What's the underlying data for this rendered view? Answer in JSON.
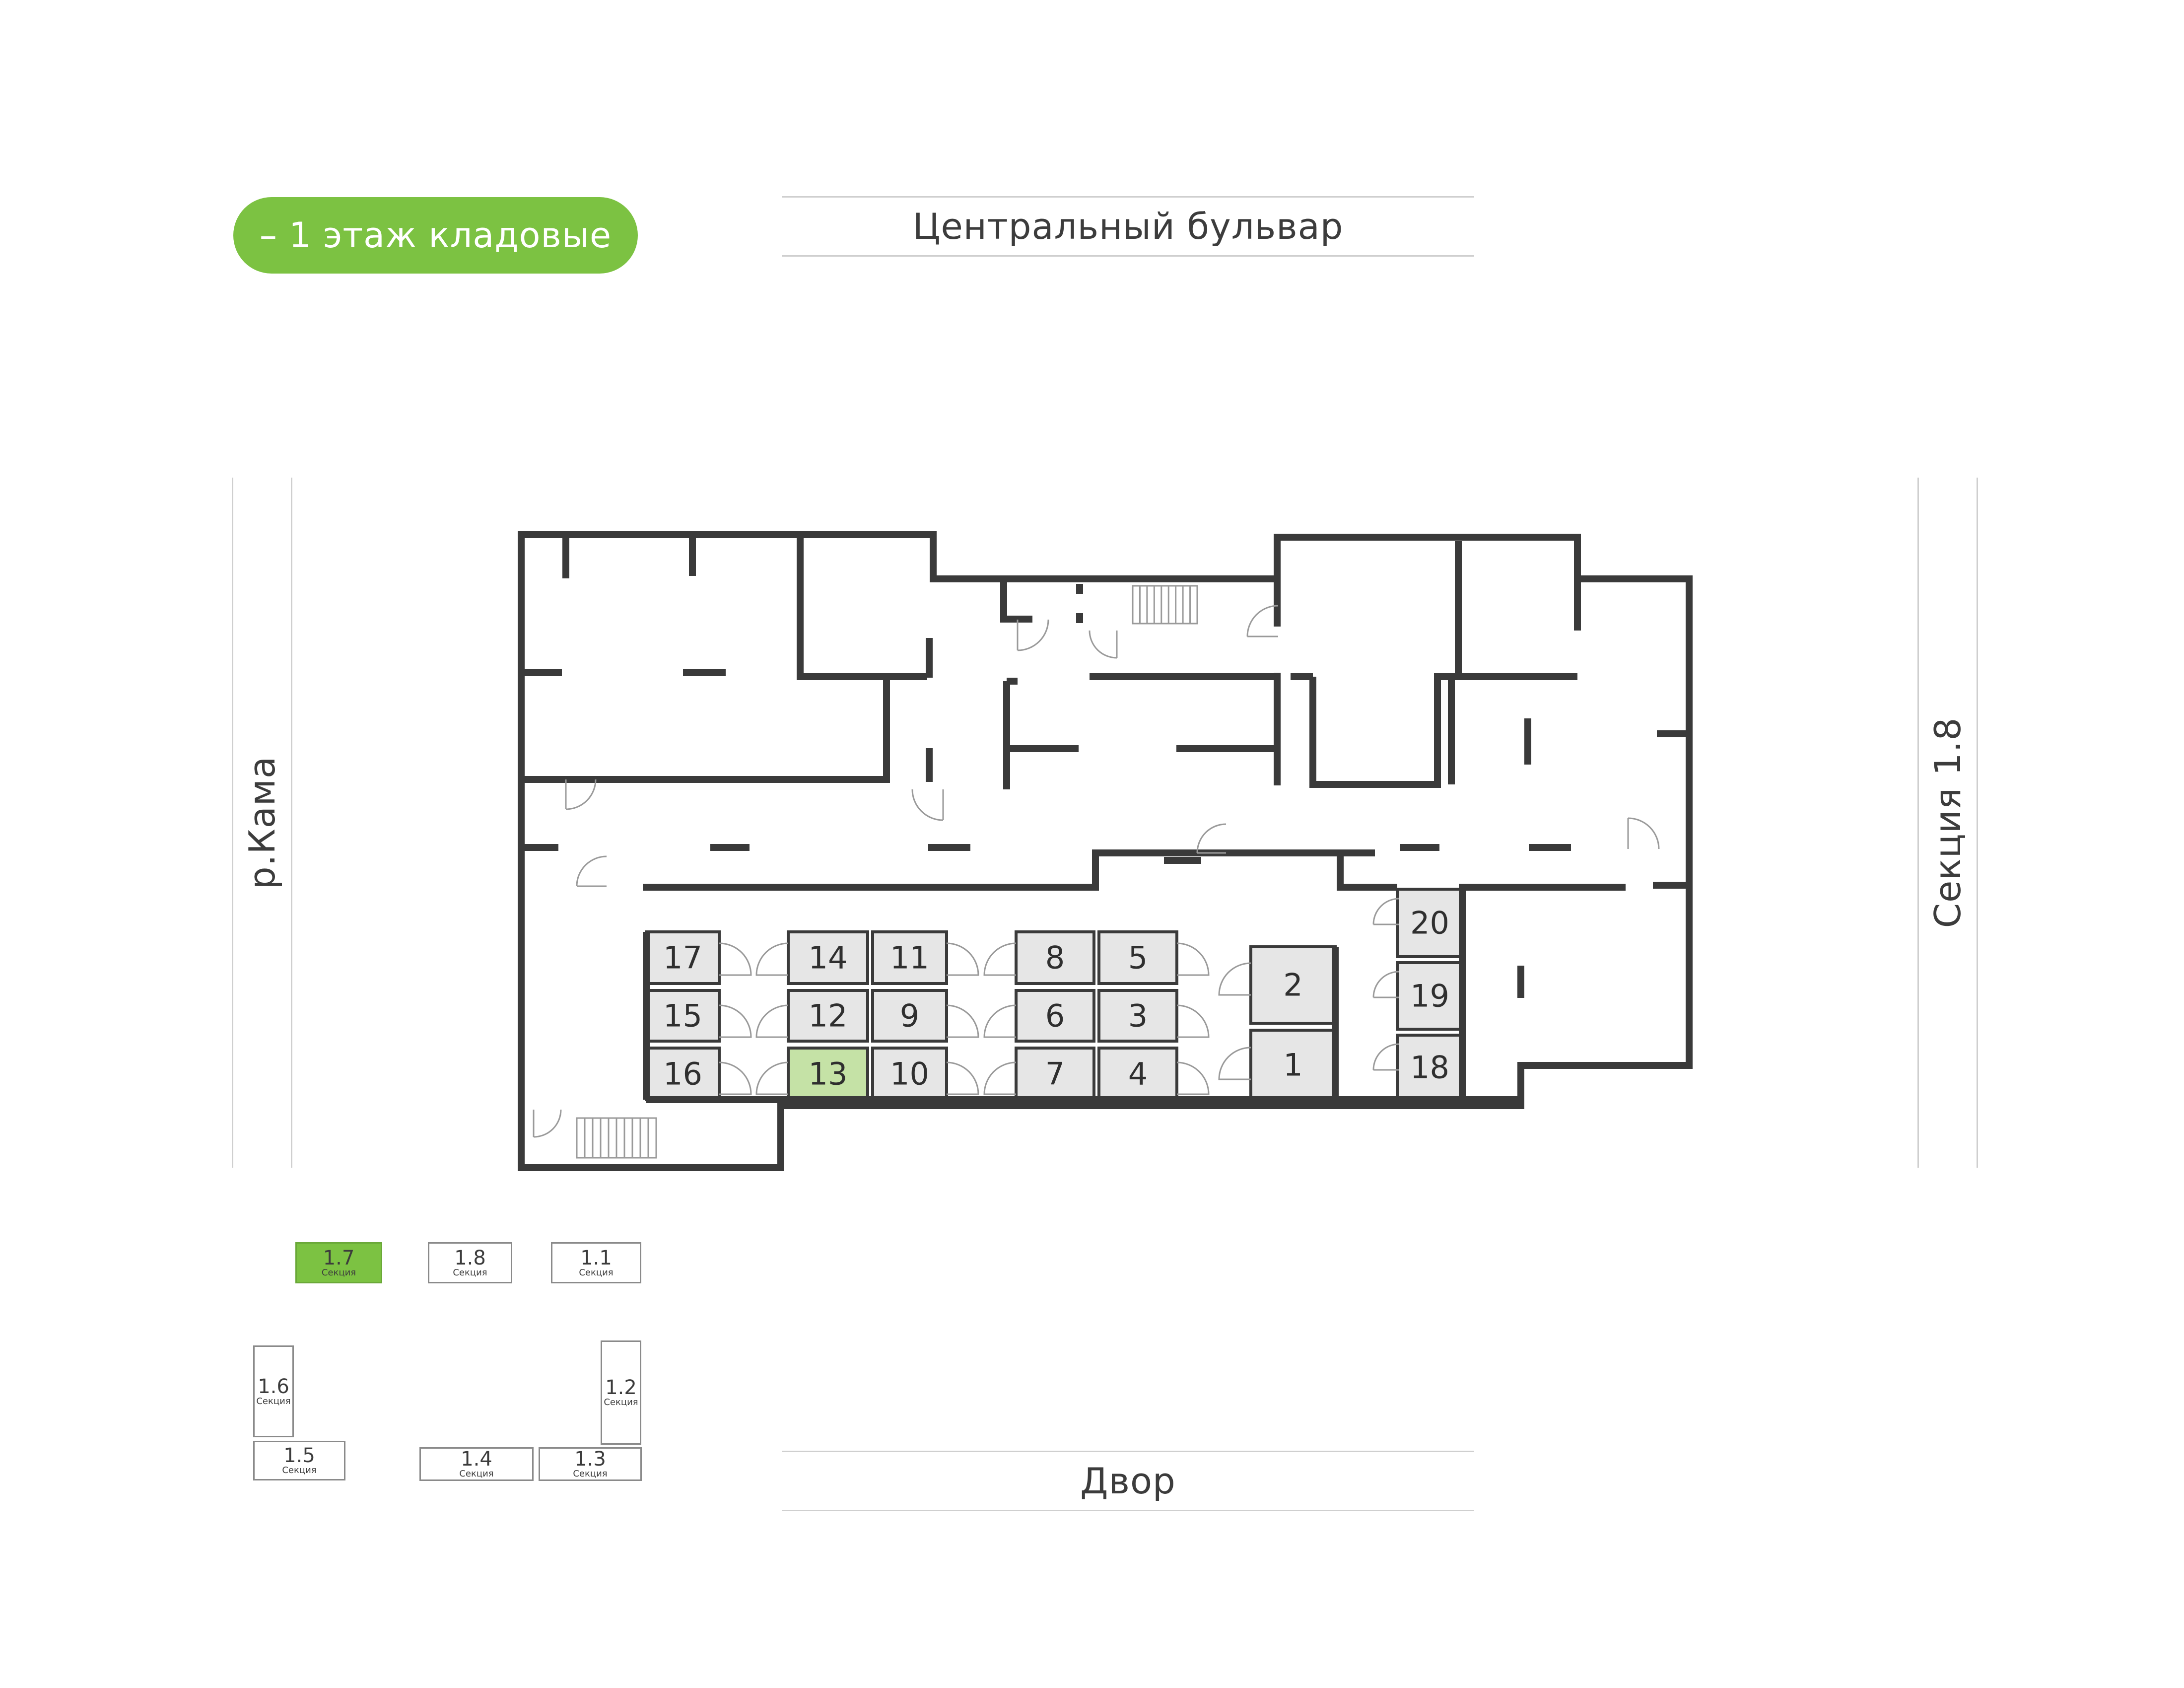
{
  "floor_badge": "– 1 этаж кладовые",
  "streets": {
    "top": "Центральный бульвар",
    "bottom": "Двор",
    "left": "р.Кама",
    "right": "Секция 1.8"
  },
  "colors": {
    "accent": "#7cc242",
    "selected_unit": "#c5e2a6",
    "unit": "#e6e6e6",
    "wall": "#3a3a3a"
  },
  "storage_units": [
    {
      "id": "17",
      "selected": false
    },
    {
      "id": "15",
      "selected": false
    },
    {
      "id": "16",
      "selected": false
    },
    {
      "id": "14",
      "selected": false
    },
    {
      "id": "12",
      "selected": false
    },
    {
      "id": "13",
      "selected": true
    },
    {
      "id": "11",
      "selected": false
    },
    {
      "id": "9",
      "selected": false
    },
    {
      "id": "10",
      "selected": false
    },
    {
      "id": "8",
      "selected": false
    },
    {
      "id": "6",
      "selected": false
    },
    {
      "id": "7",
      "selected": false
    },
    {
      "id": "5",
      "selected": false
    },
    {
      "id": "3",
      "selected": false
    },
    {
      "id": "4",
      "selected": false
    },
    {
      "id": "2",
      "selected": false
    },
    {
      "id": "1",
      "selected": false
    },
    {
      "id": "20",
      "selected": false
    },
    {
      "id": "19",
      "selected": false
    },
    {
      "id": "18",
      "selected": false
    }
  ],
  "section_map": {
    "section_word": "Секция",
    "sections": [
      {
        "id": "1.7",
        "active": true
      },
      {
        "id": "1.8",
        "active": false
      },
      {
        "id": "1.1",
        "active": false
      },
      {
        "id": "1.6",
        "active": false
      },
      {
        "id": "1.2",
        "active": false
      },
      {
        "id": "1.5",
        "active": false
      },
      {
        "id": "1.4",
        "active": false
      },
      {
        "id": "1.3",
        "active": false
      }
    ]
  }
}
